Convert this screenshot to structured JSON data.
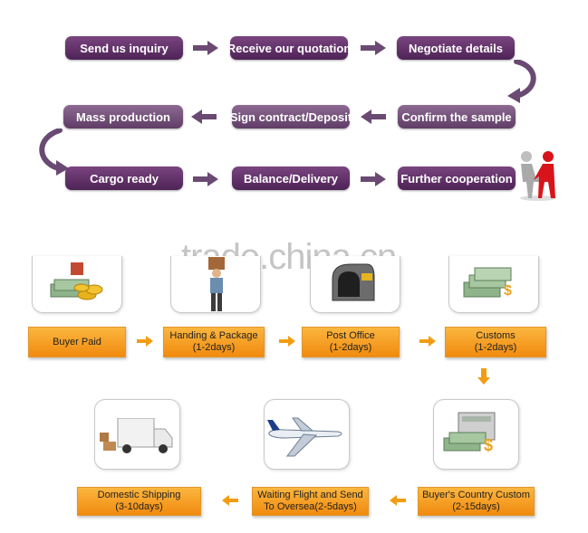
{
  "watermark": "trade.china.cn",
  "colors": {
    "purple": "#5b2d63",
    "arrow_purple": "#6a4a72",
    "orange": "#f4a21f",
    "orange_arrow": "#f39c12"
  },
  "process": {
    "steps": [
      "Send us inquiry",
      "Receive our quotation",
      "Negotiate details",
      "Confirm the sample",
      "Sign contract/Deposit",
      "Mass production",
      "Cargo ready",
      "Balance/Delivery",
      "Further cooperation"
    ],
    "icons": [
      "handshake-people-icon"
    ]
  },
  "shipping": {
    "steps": [
      {
        "line1": "Buyer Paid",
        "line2": "",
        "icon": "money-coins-icon"
      },
      {
        "line1": "Handing & Package",
        "line2": "(1-2days)",
        "icon": "worker-box-icon"
      },
      {
        "line1": "Post Office",
        "line2": "(1-2days)",
        "icon": "mailbox-icon"
      },
      {
        "line1": "Customs",
        "line2": "(1-2days)",
        "icon": "cash-stack-icon"
      },
      {
        "line1": "Buyer's Country Custom",
        "line2": "(2-15days)",
        "icon": "calculator-money-icon"
      },
      {
        "line1": "Waiting Flight and Send",
        "line2": "To Oversea(2-5days)",
        "icon": "airplane-icon"
      },
      {
        "line1": "Domestic Shipping",
        "line2": "(3-10days)",
        "icon": "delivery-truck-icon"
      }
    ]
  }
}
